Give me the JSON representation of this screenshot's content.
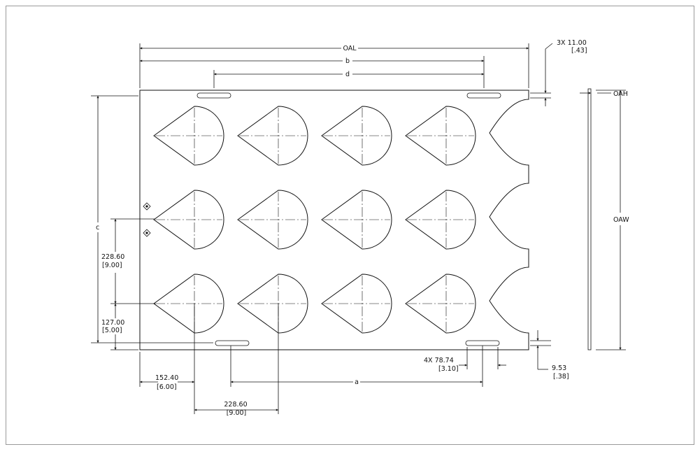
{
  "labels": {
    "oal": "OAL",
    "b": "b",
    "d": "d",
    "oah": "OAH",
    "oaw": "OAW",
    "c": "c",
    "a": "a",
    "slot_count": "3X  11.00",
    "slot_count_in": "[.43]",
    "row_pitch_mm": "228.60",
    "row_pitch_in": "[9.00]",
    "row_offset_mm": "127.00",
    "row_offset_in": "[5.00]",
    "col_offset_mm": "152.40",
    "col_offset_in": "[6.00]",
    "col_pitch_mm": "228.60",
    "col_pitch_in": "[9.00]",
    "slot_len": "4X  78.74",
    "slot_len_in": "[3.10]",
    "edge_mm": "9.53",
    "edge_in": "[.38]"
  },
  "colors": {
    "frame": "#9a9a9a",
    "line": "#111111"
  }
}
